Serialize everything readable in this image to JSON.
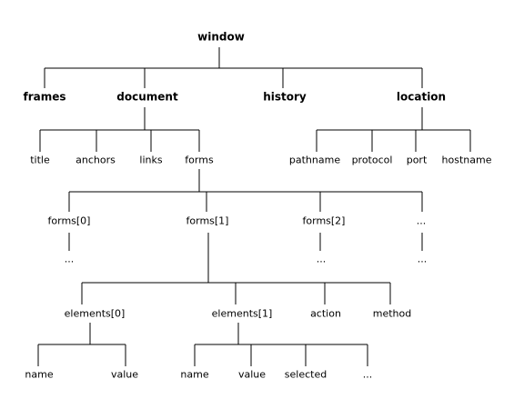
{
  "nodes": {
    "window": "window",
    "frames": "frames",
    "document": "document",
    "history": "history",
    "location": "location",
    "title": "title",
    "anchors": "anchors",
    "links": "links",
    "forms": "forms",
    "pathname": "pathname",
    "protocol": "protocol",
    "port": "port",
    "hostname": "hostname",
    "forms0": "forms[0]",
    "forms1": "forms[1]",
    "forms2": "forms[2]",
    "forms_more": "...",
    "forms0_more": "...",
    "forms2_more": "...",
    "forms_more_more": "...",
    "elements0": "elements[0]",
    "elements1": "elements[1]",
    "action": "action",
    "method": "method",
    "e0_name": "name",
    "e0_value": "value",
    "e1_name": "name",
    "e1_value": "value",
    "e1_selected": "selected",
    "e1_more": "..."
  }
}
